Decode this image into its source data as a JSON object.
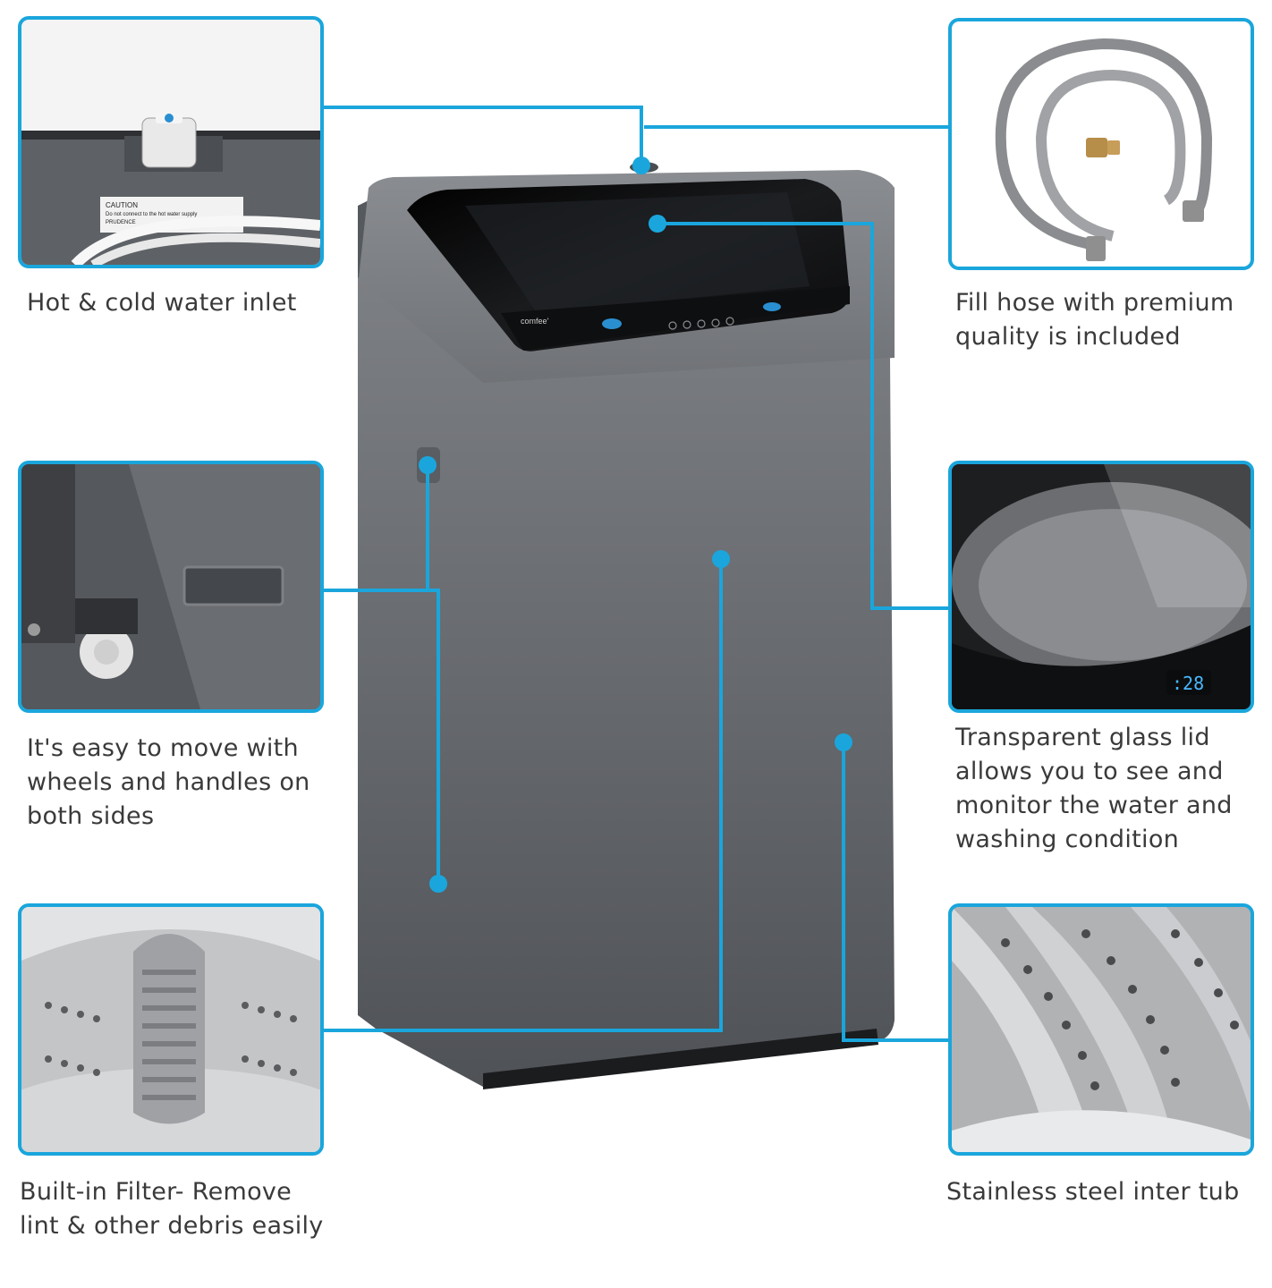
{
  "callouts": [
    {
      "lines": [
        "Hot & cold water inlet"
      ]
    },
    {
      "lines": [
        "It's easy to move with",
        "wheels and handles on",
        "both sides"
      ]
    },
    {
      "lines": [
        "Built-in Filter- Remove",
        "lint & other debris easily"
      ]
    },
    {
      "lines": [
        "Fill hose with premium",
        "quality is included"
      ]
    },
    {
      "lines": [
        "Transparent glass lid",
        "allows you to see and",
        "monitor the water and",
        "washing condition"
      ]
    },
    {
      "lines": [
        "Stainless steel inter tub"
      ]
    }
  ],
  "product": {
    "brand": "comfee'",
    "display": ":28",
    "caution_label": [
      "CAUTION",
      "Do not connect to the hot water supply",
      "PRUDENCE"
    ]
  },
  "colors": {
    "accent": "#1aa6dc",
    "body": "#6b6e72",
    "lid": "#111214"
  },
  "icons": [
    "water-inlet-icon",
    "wheel-icon",
    "filter-icon",
    "hose-icon",
    "glass-lid-icon",
    "steel-tub-icon"
  ]
}
